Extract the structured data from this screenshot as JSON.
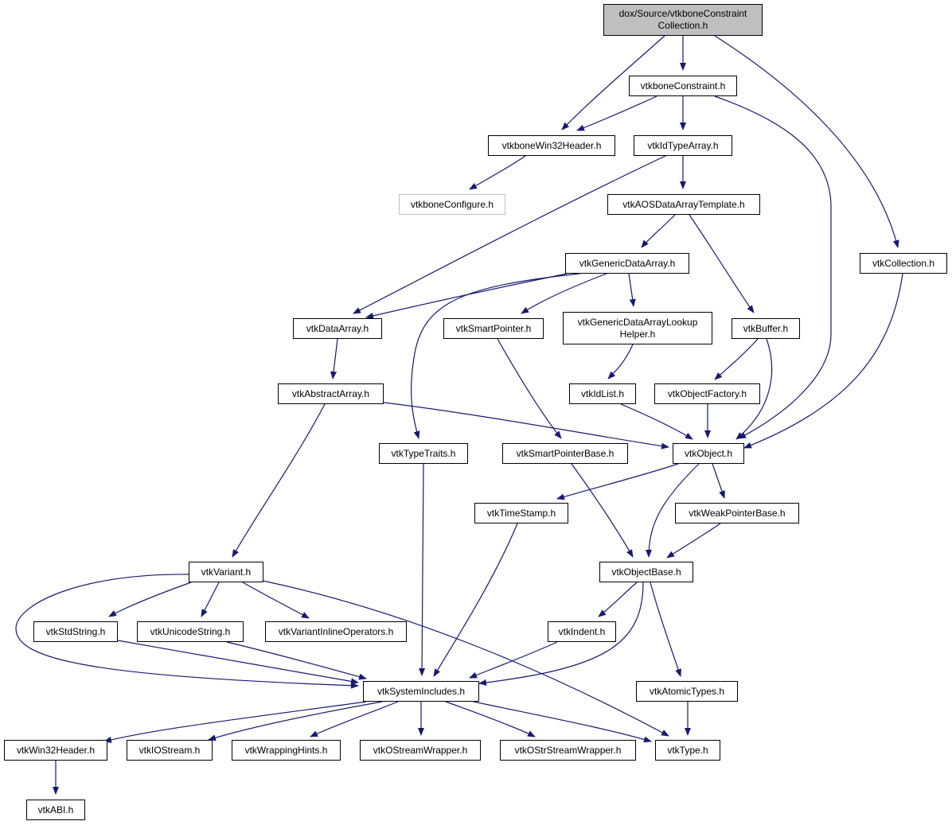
{
  "edge_color": "#191970",
  "root_fill": "#bfbfbf",
  "missing_border": "#bfbfbf",
  "nodes": {
    "root": "dox/Source/vtkboneConstraint\nCollection.h",
    "boneConstraint": "vtkboneConstraint.h",
    "boneWin32": "vtkboneWin32Header.h",
    "idTypeArray": "vtkIdTypeArray.h",
    "boneConfigure": "vtkboneConfigure.h",
    "aosTemplate": "vtkAOSDataArrayTemplate.h",
    "genericDataArray": "vtkGenericDataArray.h",
    "collection": "vtkCollection.h",
    "dataArray": "vtkDataArray.h",
    "smartPointer": "vtkSmartPointer.h",
    "lookupHelper": "vtkGenericDataArrayLookup\nHelper.h",
    "buffer": "vtkBuffer.h",
    "abstractArray": "vtkAbstractArray.h",
    "idList": "vtkIdList.h",
    "objectFactory": "vtkObjectFactory.h",
    "typeTraits": "vtkTypeTraits.h",
    "smartPointerBase": "vtkSmartPointerBase.h",
    "object": "vtkObject.h",
    "timeStamp": "vtkTimeStamp.h",
    "weakPointerBase": "vtkWeakPointerBase.h",
    "variant": "vtkVariant.h",
    "objectBase": "vtkObjectBase.h",
    "stdString": "vtkStdString.h",
    "unicodeString": "vtkUnicodeString.h",
    "variantInline": "vtkVariantInlineOperators.h",
    "indent": "vtkIndent.h",
    "systemIncludes": "vtkSystemIncludes.h",
    "atomicTypes": "vtkAtomicTypes.h",
    "win32Header": "vtkWin32Header.h",
    "ioStream": "vtkIOStream.h",
    "wrappingHints": "vtkWrappingHints.h",
    "oStreamWrapper": "vtkOStreamWrapper.h",
    "oStrStreamWrapper": "vtkOStrStreamWrapper.h",
    "type": "vtkType.h",
    "abi": "vtkABI.h"
  }
}
